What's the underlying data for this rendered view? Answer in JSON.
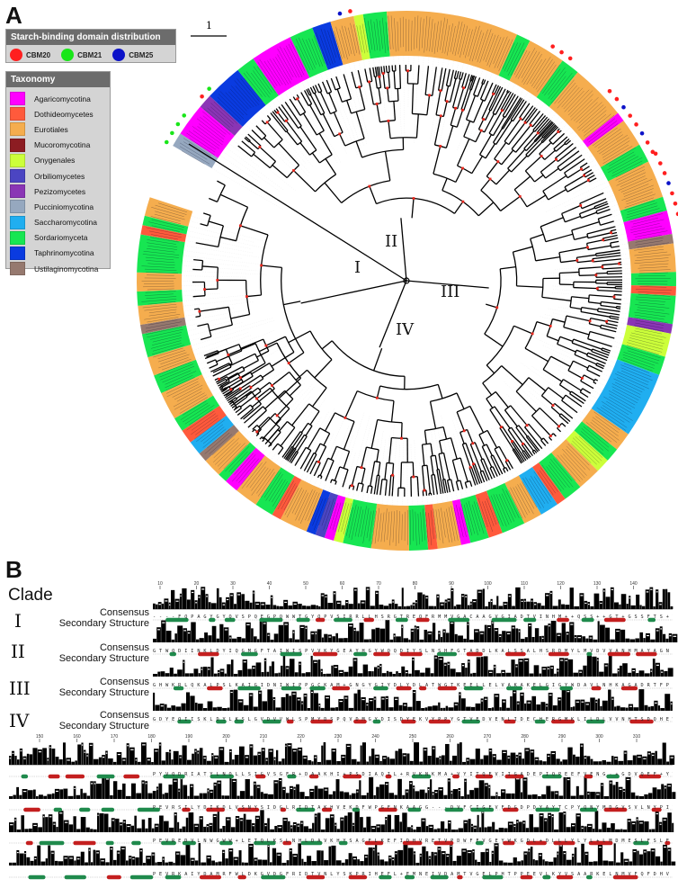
{
  "panels": {
    "a": "A",
    "b": "B"
  },
  "scale_bar": {
    "label": "1"
  },
  "legend_cbm": {
    "title": "Starch-binding domain distribution",
    "items": [
      {
        "label": "CBM20",
        "color": "#ff1f1f"
      },
      {
        "label": "CBM21",
        "color": "#19e619"
      },
      {
        "label": "CBM25",
        "color": "#0c12c8"
      }
    ]
  },
  "legend_taxonomy": {
    "title": "Taxonomy",
    "items": [
      {
        "label": "Agaricomycotina",
        "color": "#ff00ff"
      },
      {
        "label": "Dothideomycetes",
        "color": "#ff5a3c"
      },
      {
        "label": "Eurotiales",
        "color": "#f5ad4e"
      },
      {
        "label": "Mucoromycotina",
        "color": "#8c1c22"
      },
      {
        "label": "Onygenales",
        "color": "#ccff3a"
      },
      {
        "label": "Orbiliomycetes",
        "color": "#4b45c2"
      },
      {
        "label": "Pezizomycetes",
        "color": "#8a35b5"
      },
      {
        "label": "Pucciniomycotina",
        "color": "#96a8bf"
      },
      {
        "label": "Saccharomycotina",
        "color": "#20aef0"
      },
      {
        "label": "Sordariomyceta",
        "color": "#17e652"
      },
      {
        "label": "Taphrinomycotina",
        "color": "#0a3be0"
      },
      {
        "label": "Ustilaginomycotina",
        "color": "#96796f"
      }
    ]
  },
  "clades_tree": [
    "I",
    "II",
    "III",
    "IV"
  ],
  "panel_b": {
    "heading": "Clade",
    "row_labels": [
      "Consensus",
      "Secondary Structure"
    ],
    "clades": [
      "I",
      "II",
      "III",
      "IV"
    ],
    "ruler_top": [
      "10",
      "20",
      "30",
      "40",
      "50",
      "60",
      "70",
      "80",
      "90",
      "100",
      "110",
      "120",
      "130",
      "140"
    ],
    "ruler_bottom": [
      "150",
      "160",
      "170",
      "180",
      "190",
      "200",
      "210",
      "220",
      "230",
      "240",
      "250",
      "260",
      "270",
      "280",
      "290",
      "300",
      "310"
    ],
    "sequences_top": [
      "- - - - F Q P A G Y G Y Q V S P Q E G P Q W W T G Y Q P V S I R R L L H S R G T R E Q F R M M V G A C A A G V G I A D T V I N H M + + Q S S + + G T + G S S F T S + Y T D Y S I Y + + Y + F H + C G F H C E + G I S N Y T D R Y E V Q N T C E L V G L A D L A T E",
      "G T W Q D I I N K L D Y I Q G M G F T A I W I S P V V K Y G E A Y H G Y W Q Q D I Y S L N S H F G T A D D L K A L S S A L H S R D M Y L M V D V V A N H M A Y A G N G S S V D Y S V F N P F N S S S Y F F N D S S Y F H P Y C W I D Y N N Q T S V E N C W L G D N Q D T V S L P D L N T E S",
      "G H W K R L Q K A L P S L K A I G I D N I W I P P G C K A M + G N G Y G I Y D L Y D L A T W G T K E E L L E L V A K A K E L G I G Y W D A V L N H K A G A D R T F P G R G D K Y S S M K Y H W Y H F S N G D Y + Q K T A I Y K G + G S K D W A D D V D T E N N D Y D Y L M F A D L D Y S H",
      "G D Y E Q I I S K L D Y L K S L G V D V V W L S P M Y D S P Q V D M G Y D I S D Y E K V Y P P Y G T V E D V E N L I D E C H E R G M K L I L D L V V N H T S D Q H E W F K E S R S S K D N P K R D W Y I W R P P P N R P P N N W R S Y F G G S A W E W D E H T Q E H L F A K E Q P D L N W E N"
    ],
    "sequences_bottom": [
      "P Y V Q D R I A T Y L N O L L S I G V S G F R + D A A K H I + P S D I A Q I L + R V K N K M A + V Y I T Q E V I I G A D E P I Q P E E F V E N G - + G D V Q E F + Y T S + L Q + + F - + X T + G M A - L V Q L + D + G - + W G K G + V A + S S A N V F X + N H D T E R + G S L N Y + + P T Y T L A + V S F L A H P Q + P D I L S G - - - - - - - - - -",
      "P E V R S I L Y D I K D L V S N Y S I D G L R I D T A K H V E K D F W P G F N K A A G G - - - D V F C I G E V F D G D P D Y A Y T C P Y Q N Y M D G V S V L N Y P I Y Y P L I + A F + A F Q S T S G S M S D L V N M I N T V K S S C + D P T L L G T F L E N H D N P R F A S Y T S D M + A L K N A L A F T I L S D G I P I I Y Y G Q E Q H Y S G G N D P",
      "P E V R E D V L N W G W W + L E T Q L K S L N H L D A V K H Y S A G F L K E F I D H V R E T V P D W F F V G E Y W K G D L + D L L L Y L Y L + L M D M E S L F S L F D A P L V Y N F S A I S K T E G A D L R K V F D D T L V Q K R P P V N A V T F V M N H D T Q P G Q + L E V P I + F K P L A Y A L I L L R K D G Y P C V F Y G D L Y D + K D E H",
      "P E V R K A I Y D A M R F W L D K G V D G F R I D T V N L Y S K P R I H E F L + E M N E I V D A M T V G E L P H T P P E E V L K Y V S A A R K E L N M V F Q F D H V D L G H G P G D K Y + + R P W K L P E L K K I V A K W Q S F I E G D G W N T V F L E N H D Q P R S V S R F G S D S P S A K M L A L Q A T L T G T L F I Y Q G Q E I G M T N V K D -"
    ]
  }
}
